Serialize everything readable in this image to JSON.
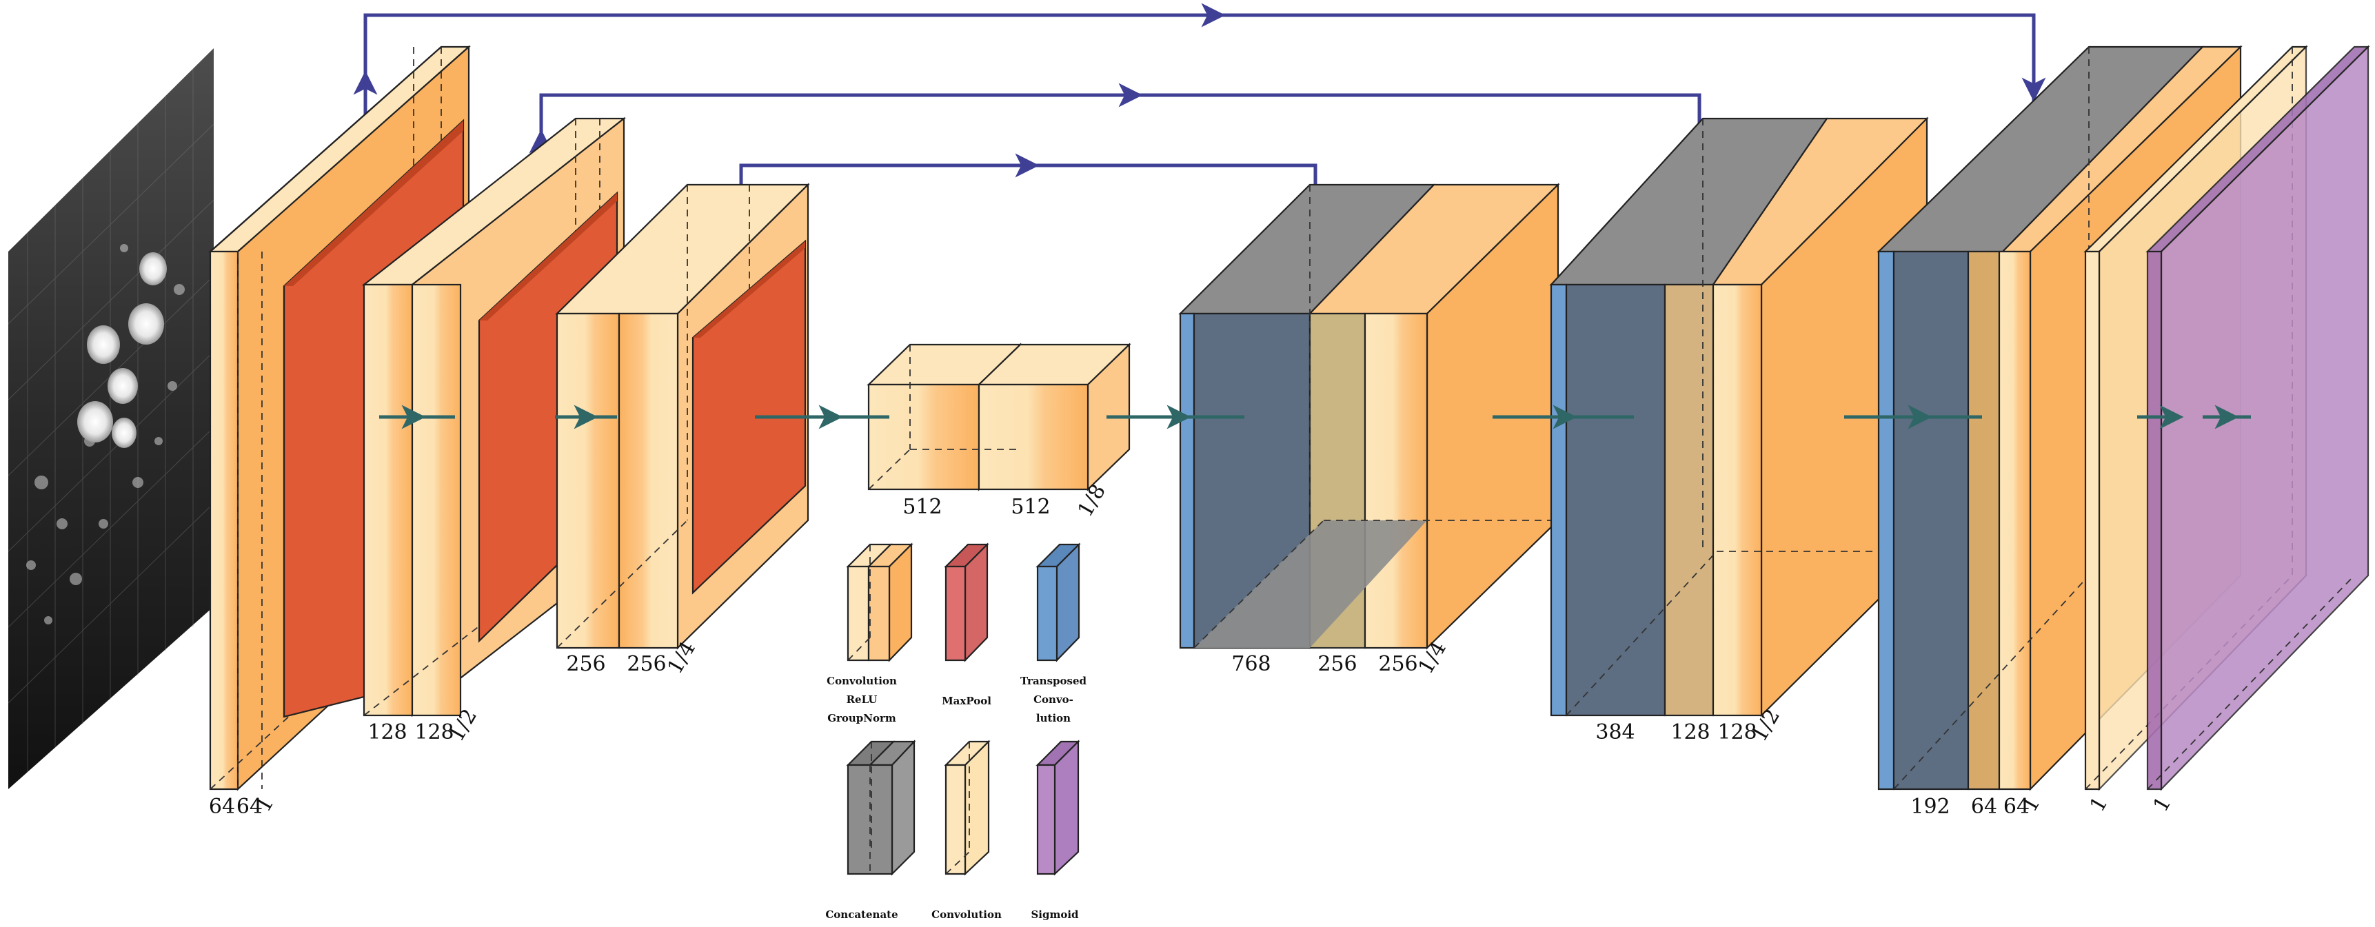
{
  "colors": {
    "conv_light": "#fde6bb",
    "conv_mid": "#fcc98a",
    "conv_dark": "#fbb260",
    "maxpool": "#e05a36",
    "maxpool_legend": "#e07070",
    "transposed": "#6f9fd0",
    "concat": "#8d8d8d",
    "concat_front": "#9a9a9a",
    "sigmoid": "#b98bc6",
    "skip_arrow": "#3f3f96",
    "flow_arrow": "#2f6767"
  },
  "labels": {
    "enc1_a": "64",
    "enc1_b": "64",
    "enc1_scale": "1",
    "enc2_a": "128",
    "enc2_b": "128",
    "enc2_scale": "1/2",
    "enc3_a": "256",
    "enc3_b": "256",
    "enc3_scale": "1/4",
    "bot_a": "512",
    "bot_b": "512",
    "bot_scale": "1/8",
    "dec3_cat": "768",
    "dec3_a": "256",
    "dec3_b": "256",
    "dec3_scale": "1/4",
    "dec2_cat": "384",
    "dec2_a": "128",
    "dec2_b": "128",
    "dec2_scale": "1/2",
    "dec1_cat": "192",
    "dec1_a": "64",
    "dec1_b": "64",
    "dec1_scale": "1",
    "final_conv": "1",
    "sigmoid_out": "1"
  },
  "legend": {
    "conv_relu_gn": [
      "Convolution",
      "ReLU",
      "GroupNorm"
    ],
    "maxpool": [
      "MaxPool"
    ],
    "transposed": [
      "Transposed",
      "Convo-",
      "lution"
    ],
    "concatenate": [
      "Concatenate"
    ],
    "convolution": [
      "Convolution"
    ],
    "sigmoid": [
      "Sigmoid"
    ]
  }
}
